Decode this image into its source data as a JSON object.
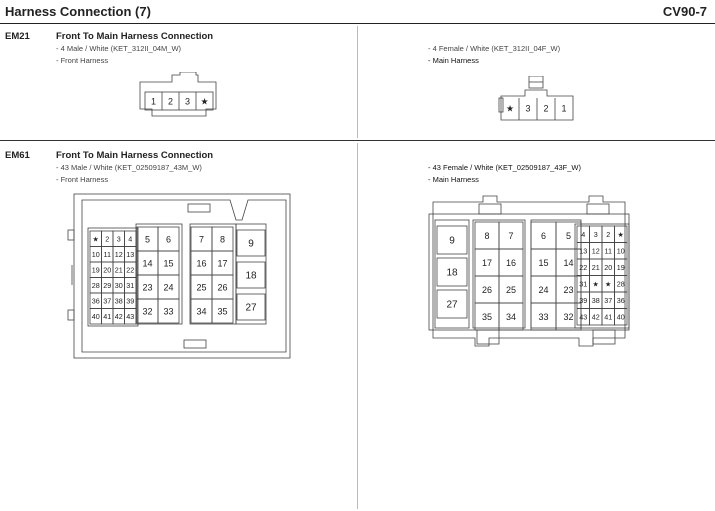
{
  "page": {
    "title": "Harness Connection (7)",
    "code": "CV90-7"
  },
  "sections": [
    {
      "id": "EM21",
      "title": "Front To Main Harness Connection",
      "left": {
        "spec": "- 4 Male / White (KET_312II_04M_W)",
        "harness": "- Front Harness",
        "pins": [
          "1",
          "2",
          "3",
          "★"
        ]
      },
      "right": {
        "spec": "- 4 Female / White (KET_312II_04F_W)",
        "harness": "- Main Harness",
        "pins": [
          "★",
          "3",
          "2",
          "1"
        ]
      }
    },
    {
      "id": "EM61",
      "title": "Front To Main Harness Connection",
      "left": {
        "spec": "- 43 Male / White (KET_02509187_43M_W)",
        "harness": "- Front Harness",
        "small_rows": [
          [
            "★",
            "2",
            "3",
            "4"
          ],
          [
            "10",
            "11",
            "12",
            "13"
          ],
          [
            "19",
            "20",
            "21",
            "22"
          ],
          [
            "28",
            "29",
            "30",
            "31"
          ],
          [
            "36",
            "37",
            "38",
            "39"
          ],
          [
            "40",
            "41",
            "42",
            "43"
          ]
        ],
        "pairs_a": [
          [
            "5",
            "6"
          ],
          [
            "14",
            "15"
          ],
          [
            "23",
            "24"
          ],
          [
            "32",
            "33"
          ]
        ],
        "pairs_b": [
          [
            "7",
            "8"
          ],
          [
            "16",
            "17"
          ],
          [
            "25",
            "26"
          ],
          [
            "34",
            "35"
          ]
        ],
        "singles": [
          "9",
          "18",
          "27"
        ]
      },
      "right": {
        "spec": "- 43 Female / White (KET_02509187_43F_W)",
        "harness": "- Main Harness",
        "singles": [
          "9",
          "18",
          "27"
        ],
        "pairs_a": [
          [
            "8",
            "7"
          ],
          [
            "17",
            "16"
          ],
          [
            "26",
            "25"
          ],
          [
            "35",
            "34"
          ]
        ],
        "pairs_b": [
          [
            "6",
            "5"
          ],
          [
            "15",
            "14"
          ],
          [
            "24",
            "23"
          ],
          [
            "33",
            "32"
          ]
        ],
        "small_rows": [
          [
            "4",
            "3",
            "2",
            "★"
          ],
          [
            "13",
            "12",
            "11",
            "10"
          ],
          [
            "22",
            "21",
            "20",
            "19"
          ],
          [
            "31",
            "★",
            "★",
            "28"
          ],
          [
            "39",
            "38",
            "37",
            "36"
          ],
          [
            "43",
            "42",
            "41",
            "40"
          ]
        ]
      }
    }
  ]
}
